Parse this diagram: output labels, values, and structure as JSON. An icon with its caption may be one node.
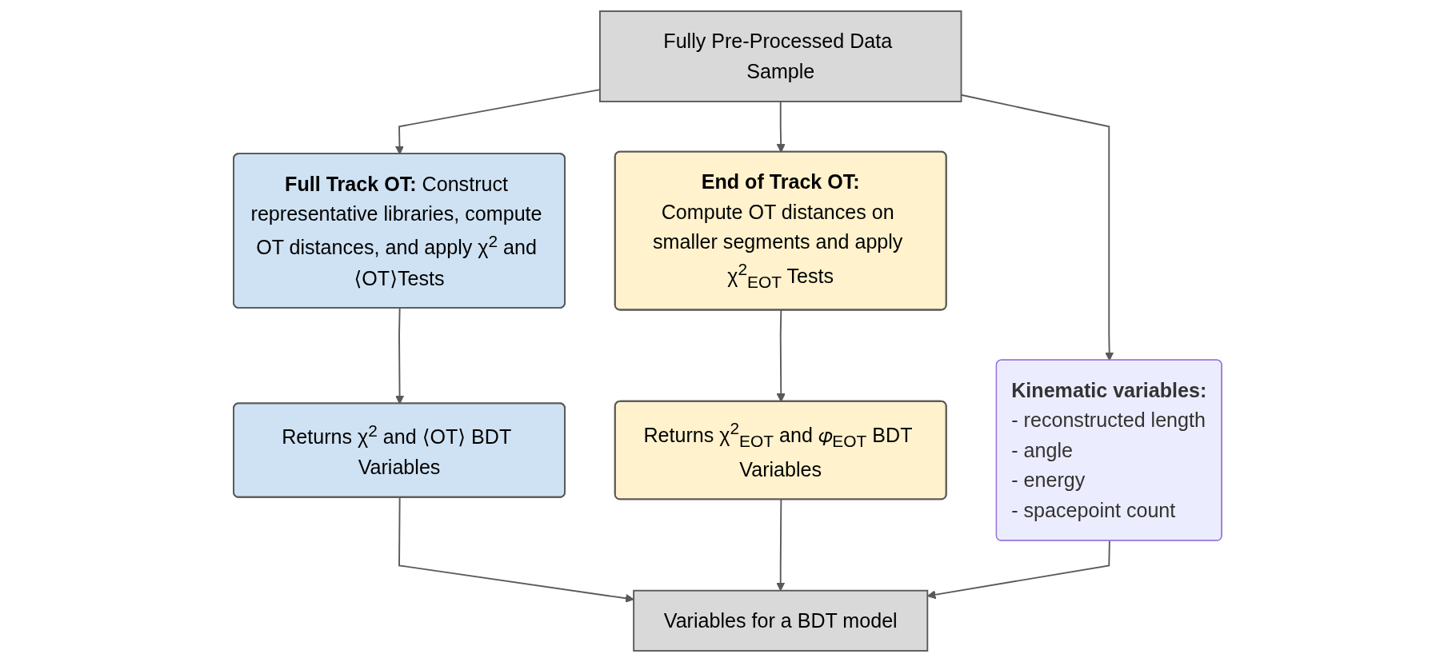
{
  "diagram": {
    "nodes": [
      {
        "text": [
          "Fully Pre-Processed Data Sample"
        ]
      },
      {
        "text": [
          "**Full Track OT:** Construct representative libraries, compute OT distances, and apply χ$^{2}$ and ⟨OT⟩Tests"
        ]
      },
      {
        "text": [
          "End of Track OT:",
          "Compute OT distances on smaller segments and apply χ$^{2}$$_{EOT}$ Tests"
        ]
      },
      {
        "text": [
          "Kinematic variables:",
          "- reconstructed length",
          "- angle",
          "- energy",
          "- spacepoint count"
        ]
      },
      {
        "text": [
          "Returns χ$^{2}$ and ⟨OT⟩ BDT Variables"
        ]
      },
      {
        "text": [
          "Returns χ$^{2}$$_{EOT}$ and 𝜑$_{EOT}$ BDT Variables"
        ]
      },
      {
        "text": [
          "Variables for a BDT model"
        ]
      }
    ],
    "edges": [
      {
        "from": 0,
        "to": 1,
        "arrow": "to"
      },
      {
        "from": 0,
        "to": 2,
        "arrow": "to"
      },
      {
        "from": 0,
        "to": 3,
        "arrow": "to"
      },
      {
        "from": 1,
        "to": 4,
        "arrow": "to"
      },
      {
        "from": 2,
        "to": 5,
        "arrow": "to"
      },
      {
        "from": 4,
        "to": 6,
        "arrow": "to"
      },
      {
        "from": 5,
        "to": 6,
        "arrow": "to"
      },
      {
        "from": 3,
        "to": 6,
        "arrow": "to"
      }
    ]
  }
}
